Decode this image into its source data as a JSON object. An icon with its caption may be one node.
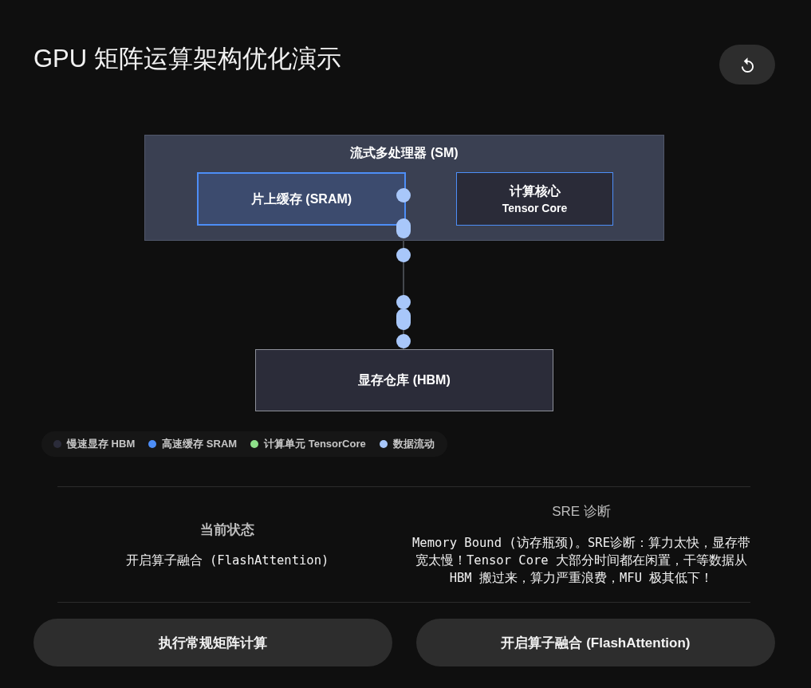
{
  "diagram": {
    "title": "GPU 矩阵运算架构优化演示",
    "nodes": [
      {
        "text": [
          "流式多处理器 (SM)"
        ]
      },
      {
        "text": [
          "片上缓存 (SRAM)"
        ],
        "in": 0
      },
      {
        "text": [
          "计算核心",
          "Tensor Core"
        ],
        "in": 0
      },
      {
        "text": [
          "显存仓库 (HBM)"
        ]
      }
    ],
    "edges": [
      {
        "from": 1,
        "to": 3,
        "arrow": "none"
      }
    ],
    "labels": [
      "当前状态",
      "开启算子融合 (FlashAttention)",
      "SRE 诊断",
      "Memory Bound (访存瓶颈)。SRE诊断：算力太快，显存带宽太慢！Tensor Core 大部分时间都在闲置，干等数据从 HBM 搬过来，算力严重浪费，MFU 极其低下！",
      "执行常规矩阵计算",
      "开启算子融合 (FlashAttention)"
    ],
    "legend": [
      {
        "text": "慢速显存 HBM",
        "color": "#2b2c3a"
      },
      {
        "text": "高速缓存 SRAM",
        "color": "#4d8ef7"
      },
      {
        "text": "计算单元 TensorCore",
        "color": "#8ee08a"
      },
      {
        "text": "数据流动",
        "color": "#a8c7fa"
      }
    ]
  }
}
